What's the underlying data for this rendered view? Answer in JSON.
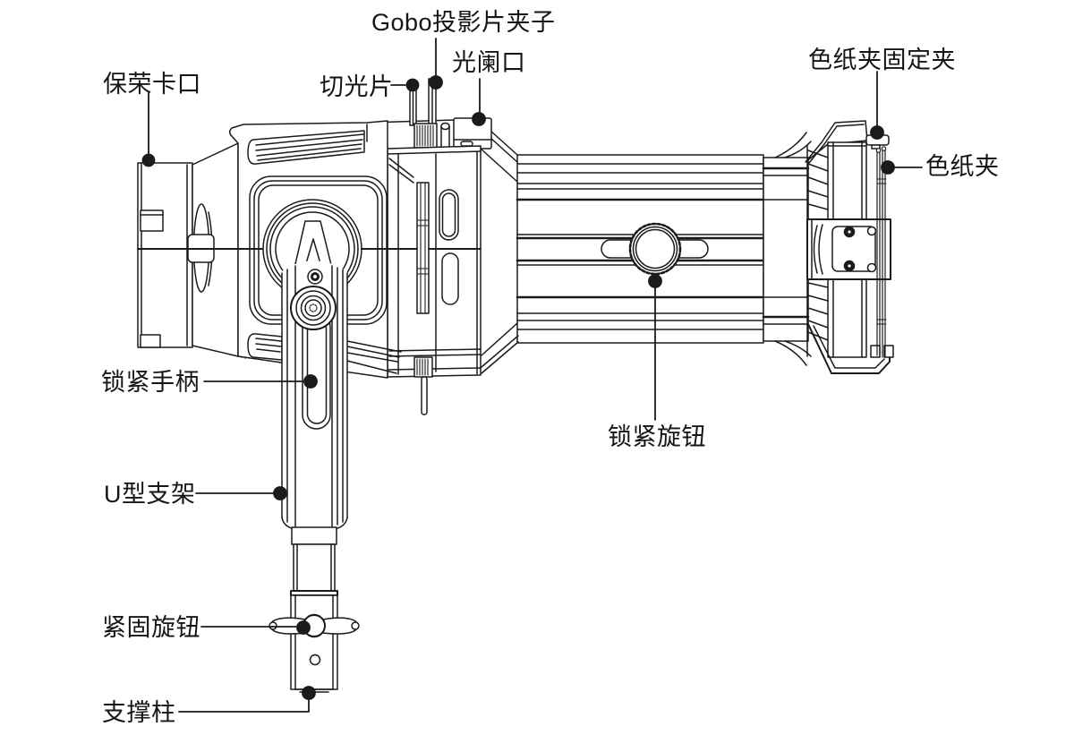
{
  "figure": {
    "type": "technical-line-diagram",
    "subject": "spotlight projection lens attachment with labeled parts",
    "colors": {
      "background": "#ffffff",
      "line": "#1b1b1b",
      "label_text": "#151515"
    },
    "labels": [
      {
        "id": "gobo-slide-clip",
        "text": "Gobo投影片夹子"
      },
      {
        "id": "aperture-slot",
        "text": "光阑口"
      },
      {
        "id": "cutting-blade",
        "text": "切光片"
      },
      {
        "id": "bowens-mount",
        "text": "保荣卡口"
      },
      {
        "id": "gel-clip-fixing-clip",
        "text": "色纸夹固定夹"
      },
      {
        "id": "gel-clip",
        "text": "色纸夹"
      },
      {
        "id": "locking-handle",
        "text": "锁紧手柄"
      },
      {
        "id": "locking-knob",
        "text": "锁紧旋钮"
      },
      {
        "id": "u-bracket",
        "text": "U型支架"
      },
      {
        "id": "fastening-knob",
        "text": "紧固旋钮"
      },
      {
        "id": "support-column",
        "text": "支撑柱"
      }
    ]
  }
}
